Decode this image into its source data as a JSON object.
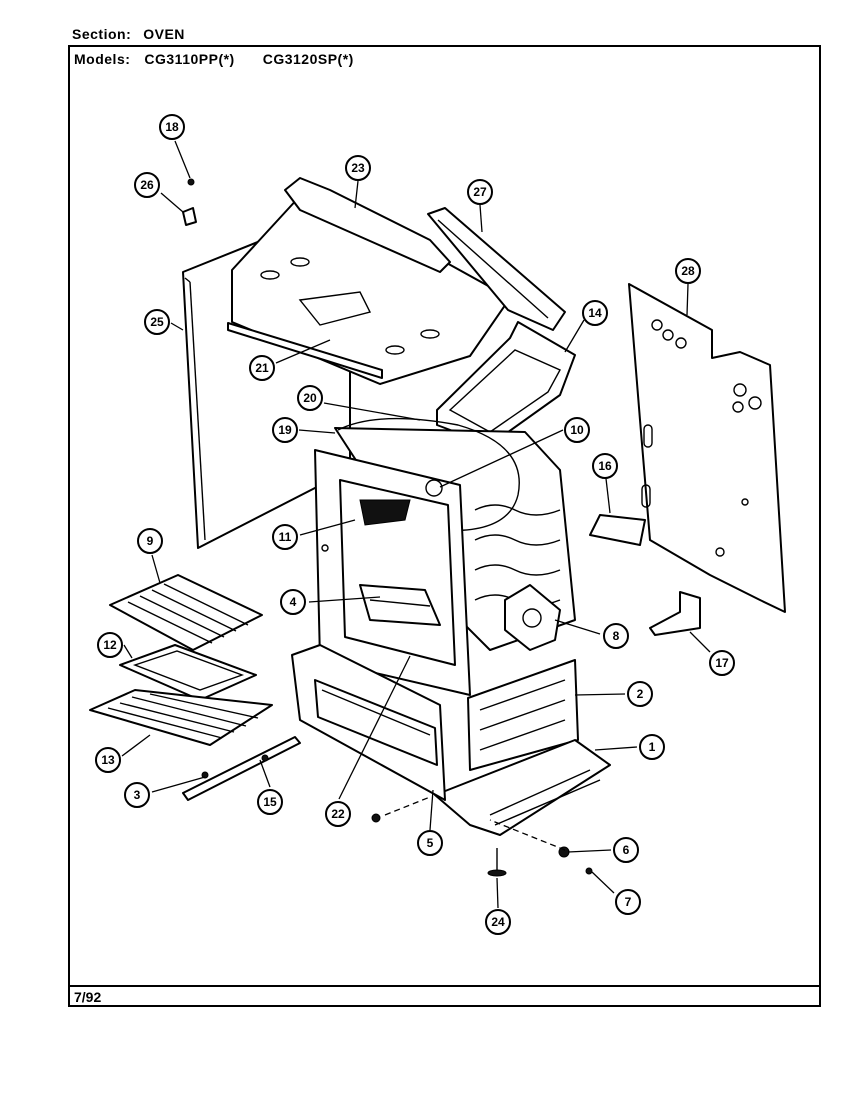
{
  "header": {
    "section_label": "Section:",
    "section_value": "OVEN",
    "models_label": "Models:",
    "model_1": "CG3110PP(*)",
    "model_2": "CG3120SP(*)"
  },
  "footer": {
    "date_code": "7/92"
  },
  "callouts": [
    "18",
    "26",
    "23",
    "27",
    "25",
    "21",
    "28",
    "14",
    "20",
    "19",
    "10",
    "16",
    "11",
    "9",
    "4",
    "8",
    "17",
    "12",
    "2",
    "1",
    "13",
    "3",
    "15",
    "22",
    "5",
    "6",
    "7",
    "24"
  ]
}
